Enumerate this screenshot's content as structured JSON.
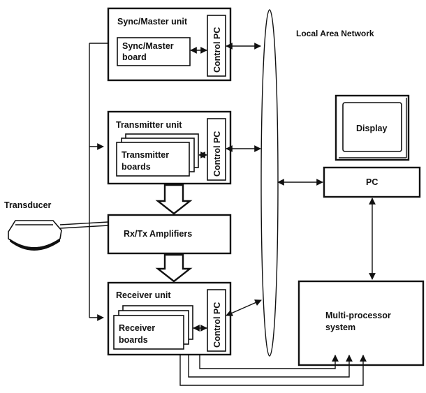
{
  "labels": {
    "lan": "Local Area Network",
    "sync_unit": "Sync/Master unit",
    "sync_board_1": "Sync/Master",
    "sync_board_2": "board",
    "control_pc": "Control PC",
    "transmitter_unit": "Transmitter unit",
    "transmitter_boards_1": "Transmitter",
    "transmitter_boards_2": "boards",
    "receiver_unit": "Receiver unit",
    "receiver_boards_1": "Receiver",
    "receiver_boards_2": "boards",
    "amplifiers": "Rx/Tx Amplifiers",
    "transducer": "Transducer",
    "display": "Display",
    "pc": "PC",
    "multiprocessor_1": "Multi-processor",
    "multiprocessor_2": "system"
  }
}
